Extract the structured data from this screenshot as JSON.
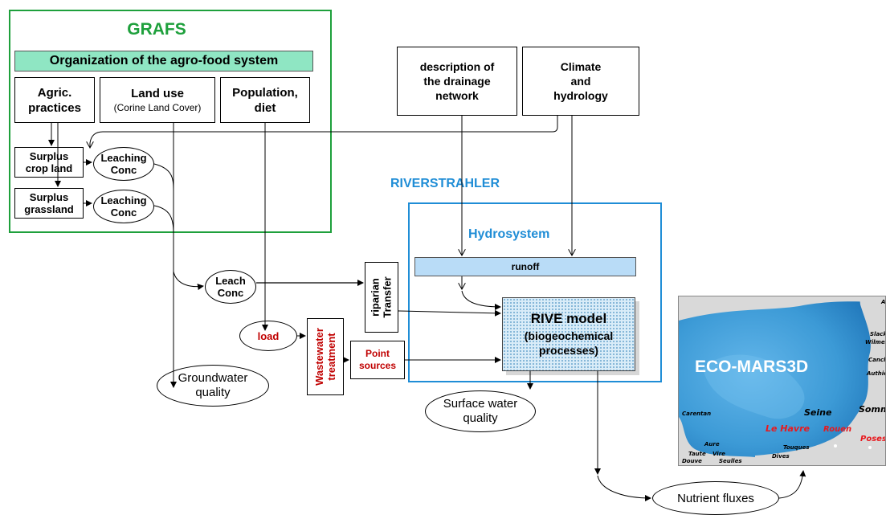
{
  "grafs": {
    "title": "GRAFS",
    "org_header": "Organization of the agro-food system",
    "agric": "Agric.\npractices",
    "landuse_title": "Land use",
    "landuse_sub": "(Corine Land Cover)",
    "population": "Population,\ndiet",
    "surplus_crop": "Surplus\ncrop land",
    "surplus_grass": "Surplus\ngrassland",
    "leach1": "Leaching\nConc",
    "leach2": "Leaching\nConc"
  },
  "inputs": {
    "drainage": "description  of\nthe drainage\nnetwork",
    "climate": "Climate\nand\nhydrology"
  },
  "riverstrahler": {
    "title": "RIVERSTRAHLER",
    "hydrosystem": "Hydrosystem",
    "runoff": "runoff",
    "rive_title": "RIVE model",
    "rive_sub": "(biogeochemical\nprocesses)"
  },
  "flow": {
    "leach_conc": "Leach\nConc",
    "riparian": "riparian\nTransfer",
    "load": "load",
    "wastewater": "Wastewater\ntreatment",
    "point_sources": "Point\nsources",
    "groundwater": "Groundwater\nquality",
    "surface_water": "Surface water\nquality",
    "nutrient_fluxes": "Nutrient fluxes"
  },
  "map": {
    "title": "ECO-MARS3D",
    "labels": {
      "ac": "Ac",
      "slack": "Slack",
      "wilmereux": "Wilmereu",
      "canche": "Canche",
      "authie": "Authie",
      "somme": "Somme",
      "seine": "Seine",
      "le_havre": "Le Havre",
      "rouen": "Rouen",
      "poses": "Poses",
      "carentan": "Carentan",
      "aure": "Aure",
      "taute": "Taute",
      "vire": "Vire",
      "douve": "Douve",
      "seulles": "Seulles",
      "dives": "Dives",
      "touques": "Touques"
    }
  },
  "colors": {
    "grafs_green": "#1ea03c",
    "header_fill": "#8fe6c3",
    "blue": "#1f8dd6",
    "runoff_fill": "#b9dcf7",
    "red": "#c00000",
    "sea": "#3c9ad6",
    "land": "#d9d9d9"
  }
}
